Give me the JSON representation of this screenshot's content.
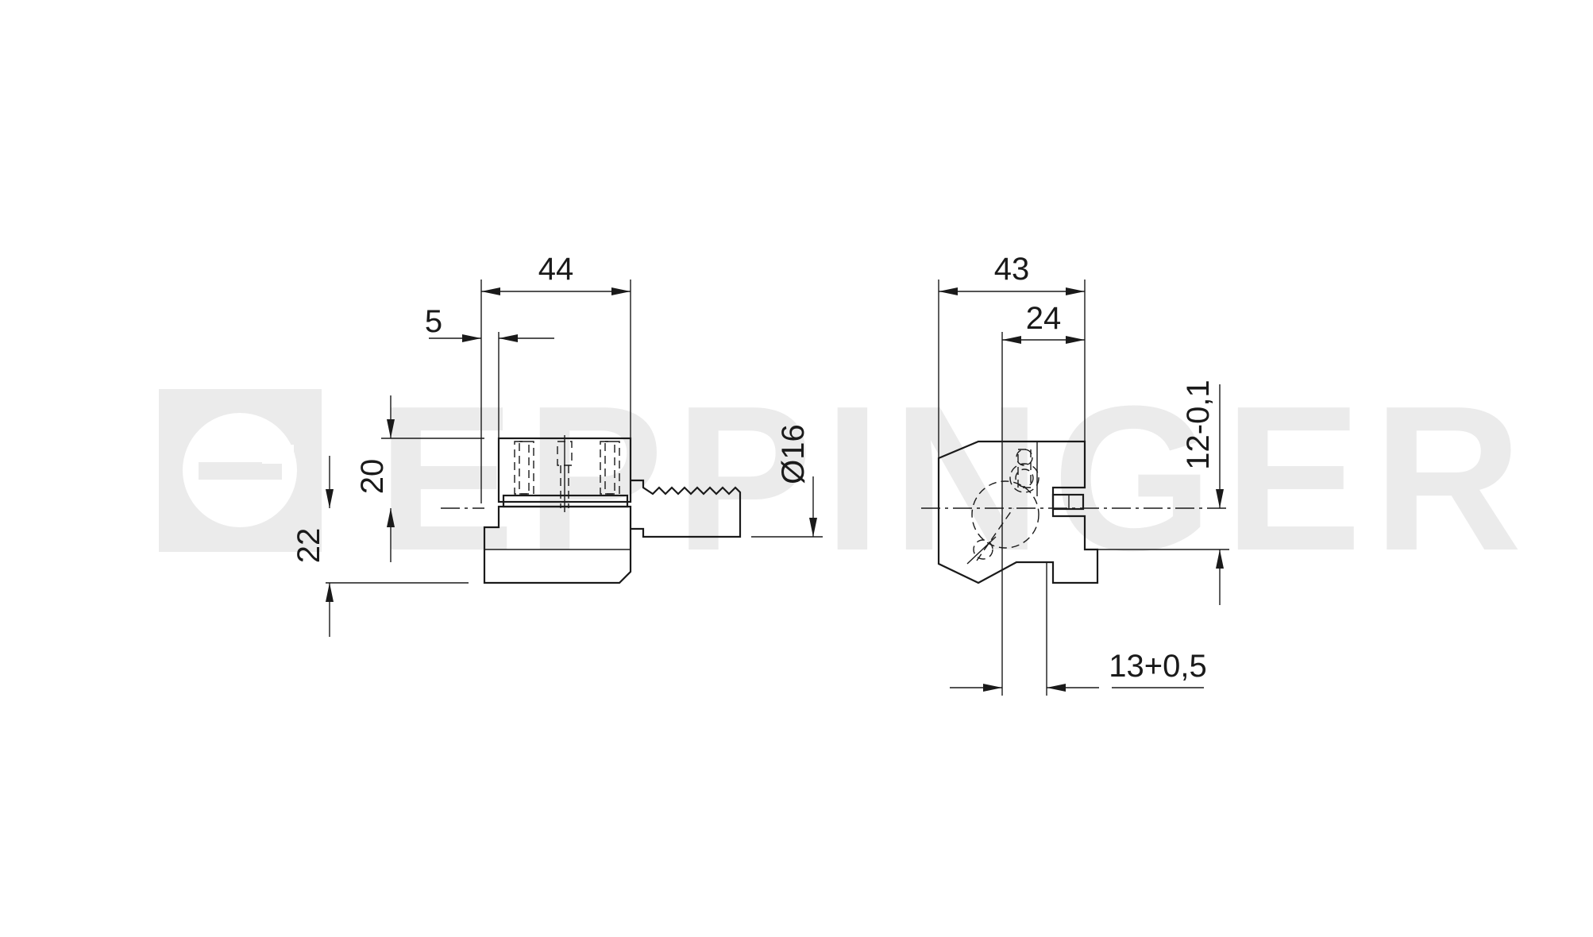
{
  "watermark": {
    "brand": "EPPINGER",
    "color": "#ebebeb"
  },
  "dimensions": {
    "side_view": {
      "width_total": "44",
      "offset": "5",
      "height_upper": "20",
      "height_lower": "22",
      "shank_diameter": "Ø16"
    },
    "end_view": {
      "width_total": "43",
      "width_partial": "24",
      "slot_height": "12-0,1",
      "slot_width": "13+0,5"
    }
  },
  "colors": {
    "line": "#1a1a1a",
    "background": "#ffffff"
  }
}
